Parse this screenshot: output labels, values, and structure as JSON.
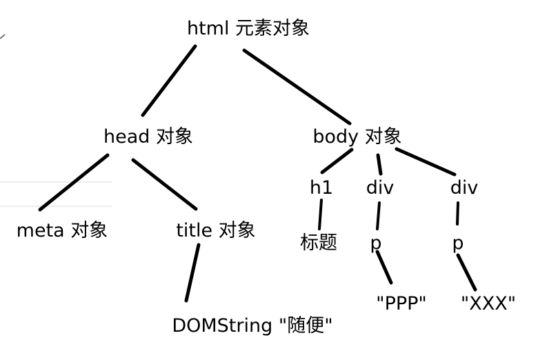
{
  "tree": {
    "root": "html 元素对象",
    "head": "head 对象",
    "body": "body 对象",
    "meta": "meta 对象",
    "title": "title 对象",
    "title_text": "DOMString \"随便\"",
    "h1": "h1",
    "h1_text": "标题",
    "div_1": "div",
    "p_1": "p",
    "p_1_text": "\"PPP\"",
    "div_2": "div",
    "p_2": "p",
    "p_2_text": "\"XXX\""
  },
  "colors": {
    "line": "#000000",
    "text": "#000000",
    "background": "#ffffff",
    "faint_rule": "#e6e6e6"
  }
}
